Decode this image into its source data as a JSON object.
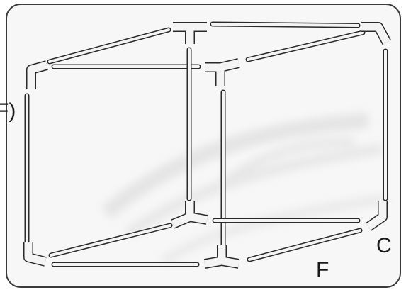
{
  "figure": {
    "marker_left": "F)",
    "label_f": "F",
    "label_c": "C"
  },
  "parts": {
    "pipe": "pipe",
    "elbow": "elbow-connector",
    "tee": "tee-connector"
  },
  "colors": {
    "frame_border": "#3a3a3a",
    "panel_bg": "#f7f7f7",
    "pipe_fill": "#f4f4f4",
    "pipe_outline": "#2a2a2a",
    "shadow": "#d6d6d6",
    "text": "#1a1a1a"
  }
}
